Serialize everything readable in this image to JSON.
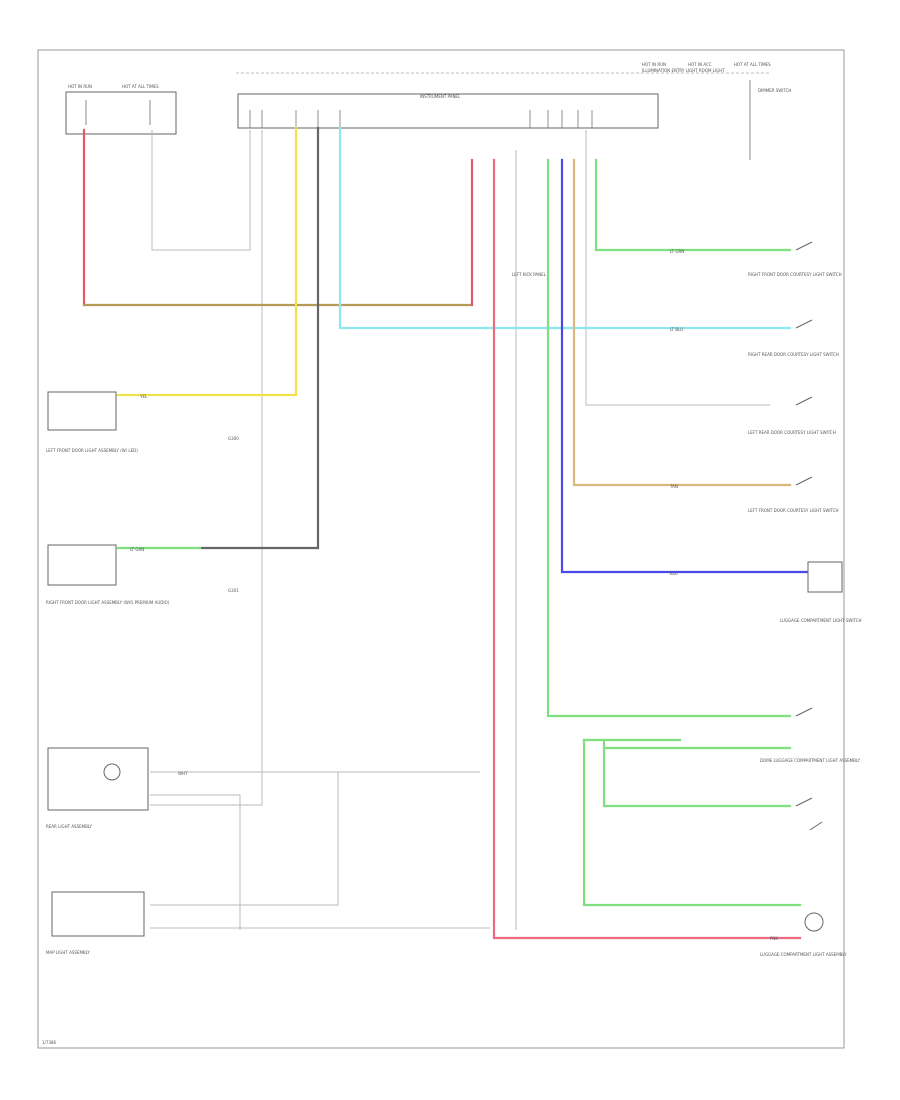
{
  "diagram": {
    "footer_code": "1/7386",
    "fuse_block": {
      "label": "INSTRUMENT PANEL",
      "fuse_a": "HOT IN RUN",
      "fuse_b": "HOT AT ALL TIMES"
    },
    "header_fuses": [
      "HOT IN RUN",
      "HOT IN ACC",
      "HOT AT ALL TIMES"
    ],
    "header_sub": "ILLUMINATION  ENTRY LIGHT  ROOM LIGHT",
    "dimmer": "DIMMER SWITCH",
    "components": {
      "lf_door": "LEFT FRONT DOOR LIGHT ASSEMBLY (W/ LED)",
      "rf_door": "RIGHT FRONT DOOR LIGHT ASSEMBLY (W/O PREMIUM AUDIO)",
      "rear_room": "REAR LIGHT ASSEMBLY",
      "map_light": "MAP LIGHT ASSEMBLY",
      "rf_door_sw": "RIGHT FRONT DOOR COURTESY LIGHT SWITCH",
      "rr_door_sw": "RIGHT REAR DOOR COURTESY LIGHT SWITCH",
      "lr_door_sw": "LEFT REAR DOOR COURTESY LIGHT SWITCH",
      "lf_door_sw": "LEFT FRONT DOOR COURTESY LIGHT SWITCH",
      "cargo_sw": "LUGGAGE COMPARTMENT LIGHT SWITCH",
      "dome": "DOME LUGGAGE COMPARTMENT LIGHT ASSEMBLY",
      "cargo_light": "LUGGAGE COMPARTMENT LIGHT ASSEMBLY",
      "ground_a": "G300",
      "ground_b": "G301",
      "jb": "LEFT KICK PANEL"
    },
    "wire_codes": [
      "RED",
      "YEL",
      "GRY",
      "LT BLU",
      "LT GRN",
      "BLU",
      "TAN",
      "WHT",
      "PNK",
      "BLK"
    ]
  }
}
